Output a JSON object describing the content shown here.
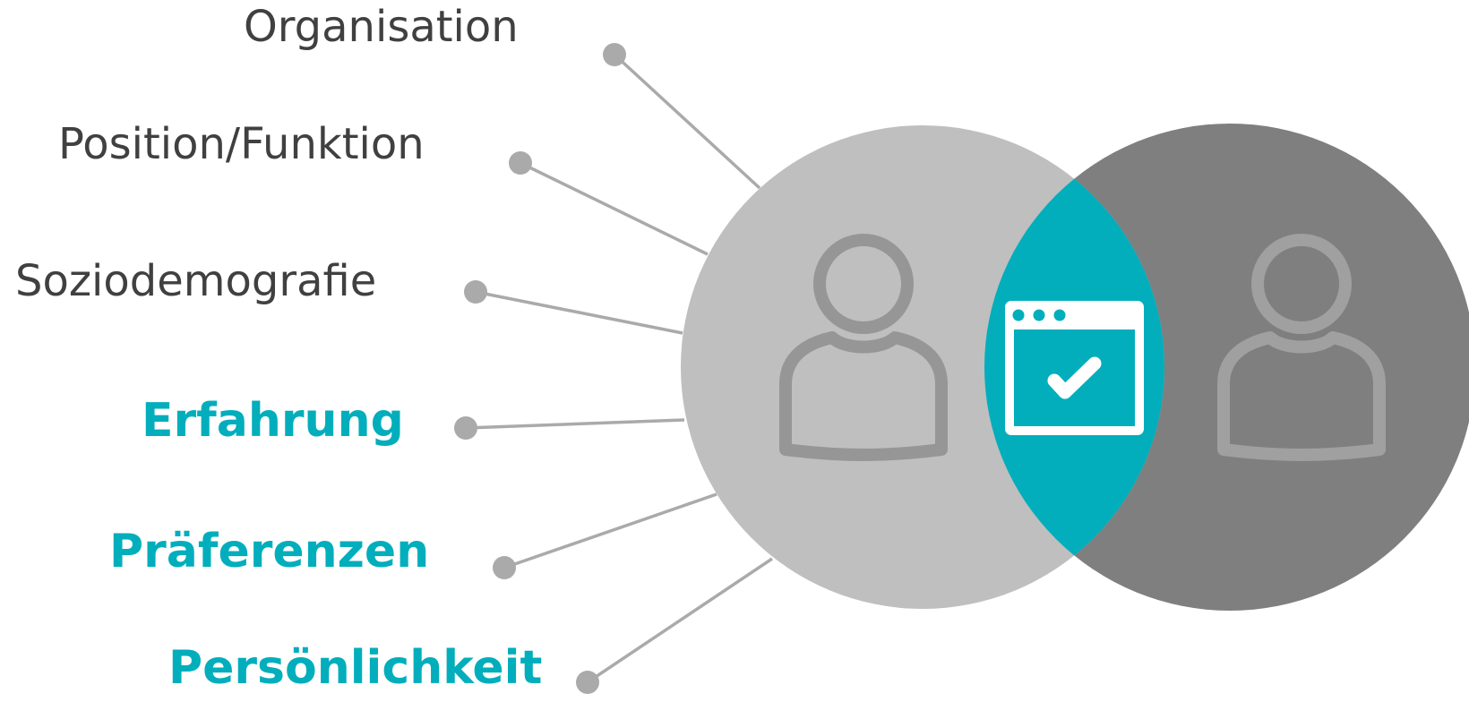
{
  "colors": {
    "accent": "#02aebc",
    "circle_left": "#bfbfbf",
    "circle_right": "#7f7f7f",
    "connector": "#aaaaaa",
    "plain_text": "#404040"
  },
  "factors": [
    {
      "label": "Organisation",
      "emphasis": false
    },
    {
      "label": "Position/Funktion",
      "emphasis": false
    },
    {
      "label": "Soziodemografie",
      "emphasis": false
    },
    {
      "label": "Erfahrung",
      "emphasis": true
    },
    {
      "label": "Präferenzen",
      "emphasis": true
    },
    {
      "label": "Persönlichkeit",
      "emphasis": true
    }
  ],
  "icons": {
    "left_person": "user-icon",
    "right_person": "user-icon",
    "overlap": "browser-window-check-icon"
  }
}
